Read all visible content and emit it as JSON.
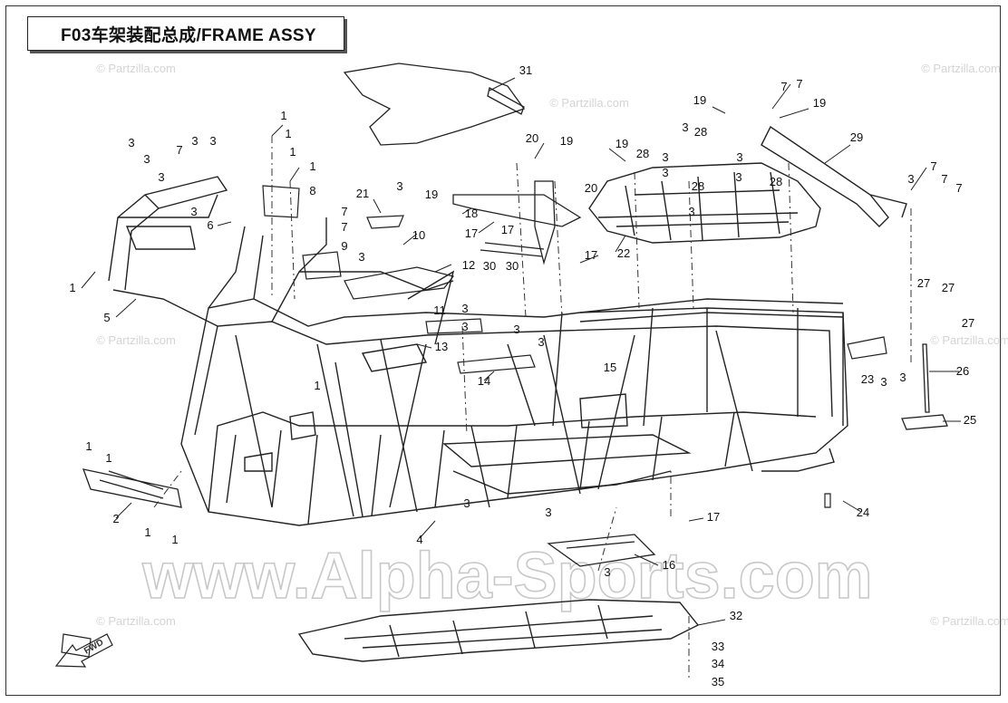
{
  "title": "F03车架装配总成/FRAME ASSY",
  "watermark_main": "www.Alpha-Sports.com",
  "watermark_small": "© Partzilla.com",
  "fwd_label": "FWD",
  "callouts": [
    "1",
    "1",
    "1",
    "1",
    "1",
    "1",
    "1",
    "1",
    "1",
    "1",
    "2",
    "3",
    "3",
    "3",
    "3",
    "3",
    "3",
    "3",
    "3",
    "3",
    "3",
    "3",
    "3",
    "3",
    "3",
    "3",
    "3",
    "3",
    "3",
    "3",
    "3",
    "3",
    "3",
    "3",
    "3",
    "4",
    "5",
    "6",
    "7",
    "7",
    "7",
    "7",
    "7",
    "7",
    "7",
    "7",
    "8",
    "9",
    "10",
    "11",
    "12",
    "13",
    "14",
    "15",
    "16",
    "17",
    "17",
    "17",
    "17",
    "18",
    "19",
    "19",
    "19",
    "19",
    "19",
    "20",
    "20",
    "21",
    "22",
    "23",
    "24",
    "25",
    "26",
    "27",
    "27",
    "27",
    "28",
    "28",
    "28",
    "28",
    "29",
    "30",
    "30",
    "31",
    "32",
    "33",
    "34",
    "35"
  ]
}
